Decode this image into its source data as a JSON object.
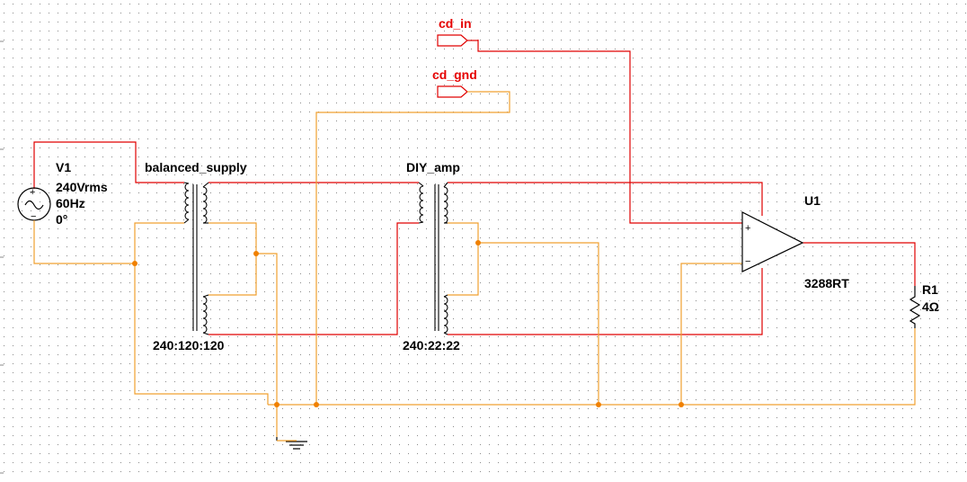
{
  "colors": {
    "background": "#ffffff",
    "grid_dot": "#8a8a8a",
    "wire_red": "#e00000",
    "wire_orange": "#f0a030",
    "junction": "#f08000",
    "component": "#000000",
    "port_label": "#e60000"
  },
  "ports": {
    "cd_in": "cd_in",
    "cd_gnd": "cd_gnd"
  },
  "source": {
    "name": "V1",
    "voltage": "240Vrms",
    "frequency": "60Hz",
    "phase": "0°"
  },
  "transformer1": {
    "name": "balanced_supply",
    "ratio": "240:120:120"
  },
  "transformer2": {
    "name": "DIY_amp",
    "ratio": "240:22:22"
  },
  "opamp": {
    "name": "U1",
    "part": "3288RT",
    "plus": "+",
    "minus": "−"
  },
  "resistor": {
    "name": "R1",
    "value": "4Ω"
  }
}
